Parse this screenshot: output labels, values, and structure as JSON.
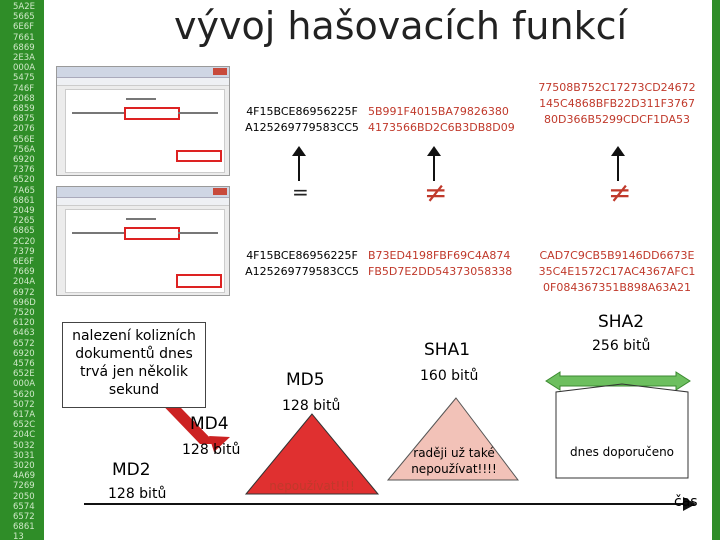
{
  "title": "vývoj hašovacích funkcí",
  "sidebar_hex": [
    "5A2E",
    "5665",
    "6E6F",
    "7661",
    "6869",
    "2E3A",
    "000A",
    "5475",
    "746F",
    "2068",
    "6859",
    "6875",
    "2076",
    "656E",
    "756A",
    "6920",
    "7376",
    "6520",
    "7A65",
    "6861",
    "2049",
    "7265",
    "6865",
    "2C20",
    "7379",
    "6E6F",
    "7669",
    "204A",
    "6972",
    "696D",
    "7520",
    "6120",
    "6463",
    "6572",
    "6920",
    "4576",
    "652E",
    "000A",
    "5620",
    "5072",
    "617A",
    "652C",
    "204C",
    "5032",
    "3031",
    "3020",
    "4A69",
    "7269",
    "2050",
    "6574",
    "6572",
    "6861",
    "13"
  ],
  "hashes": {
    "top_left": [
      "4F15BCE86956225F",
      "A125269779583CC5"
    ],
    "top_mid": [
      "5B991F4015BA79826380",
      "4173566BD2C6B3DB8D09"
    ],
    "top_right": [
      "77508B752C17273CD24672",
      "145C4868BFB22D311F3767",
      "80D366B5299CDCF1DA53"
    ],
    "bottom_left": [
      "4F15BCE86956225F",
      "A125269779583CC5"
    ],
    "bottom_mid": [
      "B73ED4198FBF69C4A874",
      "FB5D7E2DD54373058338"
    ],
    "bottom_right": [
      "CAD7C9CB5B9146DD6673E",
      "35C4E1572C17AC4367AFC1",
      "0F084367351B898A63A21"
    ]
  },
  "symbols": {
    "eq": "=",
    "neq1": "≠",
    "neq2": "≠"
  },
  "callout_text": "nalezení kolizních dokumentů dnes trvá jen několik sekund",
  "steps": {
    "md2": {
      "name": "MD2",
      "bits": "128 bitů"
    },
    "md4": {
      "name": "MD4",
      "bits": "128 bitů"
    },
    "md5": {
      "name": "MD5",
      "bits": "128 bitů"
    },
    "sha1": {
      "name": "SHA1",
      "bits": "160 bitů"
    },
    "sha2": {
      "name": "SHA2",
      "bits": "256 bitů"
    }
  },
  "notes": {
    "md5": "nepoužívat!!!!",
    "sha1": "raději už také nepoužívat!!!!",
    "sha2": "dnes doporučeno"
  },
  "time_label": "čas",
  "colors": {
    "green": "#2f8d28",
    "red": "#c0392b",
    "md5_triangle": "#e03030",
    "sha1_triangle": "#f2c2b8",
    "sha2_arrow": "#6dbf5f"
  }
}
